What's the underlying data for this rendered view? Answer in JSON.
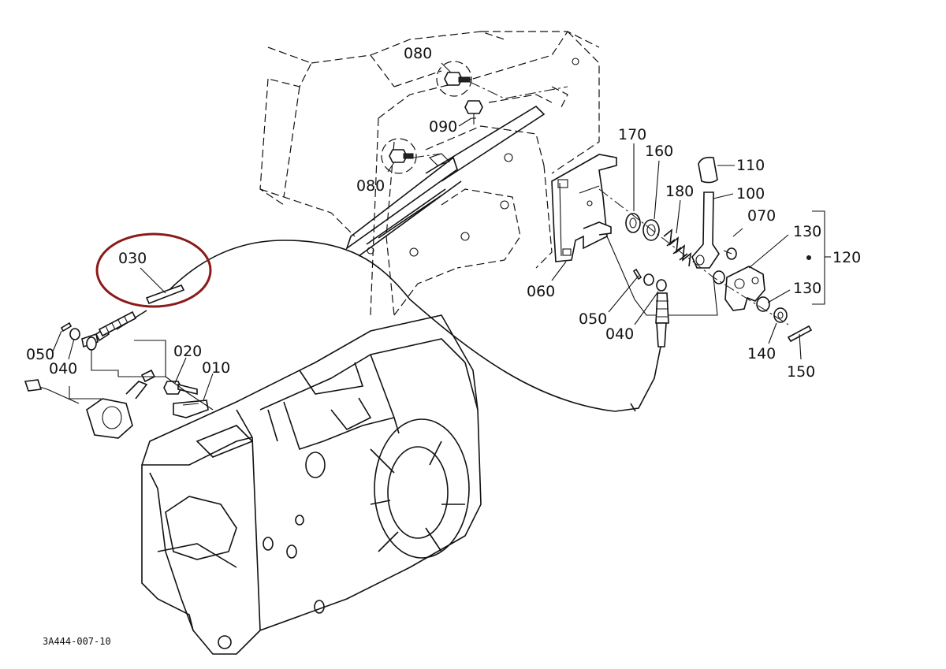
{
  "diagram_code": "3A444-007-10",
  "highlight_color": "#8b1a1a",
  "callouts": {
    "c010": "010",
    "c020": "020",
    "c030": "030",
    "c040_left": "040",
    "c050_left": "050",
    "c040_right": "040",
    "c050_right": "050",
    "c060": "060",
    "c070": "070",
    "c080_top": "080",
    "c080_left": "080",
    "c090": "090",
    "c100": "100",
    "c110": "110",
    "c120": "120",
    "c130_top": "130",
    "c130_bottom": "130",
    "c140": "140",
    "c150": "150",
    "c160": "160",
    "c170": "170",
    "c180": "180"
  }
}
